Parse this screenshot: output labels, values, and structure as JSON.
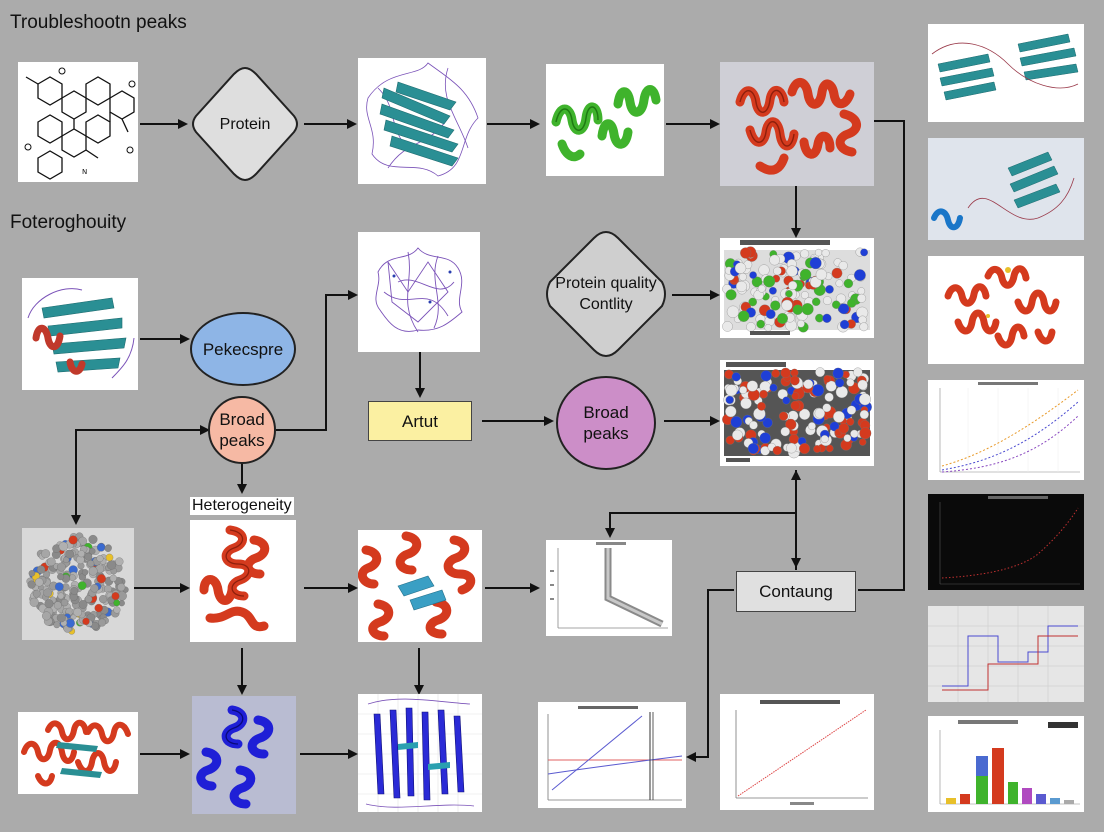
{
  "titles": {
    "main": "Troubleshootn peaks",
    "sub": "Foteroghouity"
  },
  "nodes": {
    "protein": "Protein",
    "peekcspre": "Pekecspre",
    "broad_peaks_left": "Broad\npeaks",
    "artut": "Artut",
    "protein_quality": "Protein quality\nContlity",
    "broad_peaks_center": "Broad\npeaks",
    "heterogeneity": "Heterogeneity",
    "contaung": "Contaung"
  },
  "colors": {
    "background": "#ababab",
    "peekcspre_fill": "#8eb5e6",
    "broad_left_fill": "#f6b9a4",
    "artut_fill": "#fbf0a2",
    "broad_center_fill": "#cc8ec8",
    "contaung_fill": "#e0e0e0",
    "teal_ribbon": "#2a8f94",
    "red_helix": "#d43a1e",
    "green_helix": "#3fb32c",
    "blue_helix": "#1f1fd6"
  },
  "icons": {
    "arrowheads": "arrow-head-icon"
  }
}
